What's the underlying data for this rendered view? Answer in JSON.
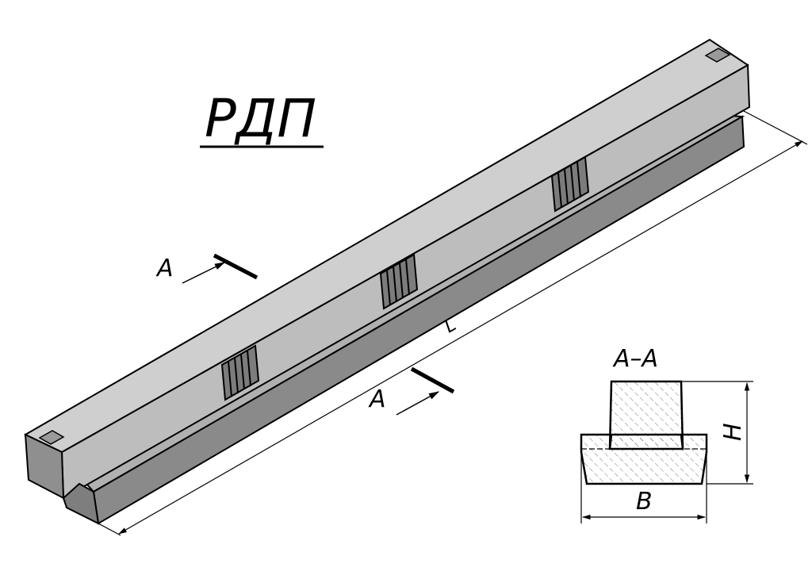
{
  "title": "РДП",
  "section_labels": {
    "cut_left": "A",
    "cut_right": "A",
    "section_title": "A–A"
  },
  "dimensions": {
    "length": "L",
    "height": "H",
    "width": "B"
  },
  "colors": {
    "beam_top": "#cfcfcf",
    "beam_face": "#bdbdbd",
    "beam_side": "#b0b0b0",
    "beam_dark": "#8a8a8a",
    "outline": "#000000"
  }
}
